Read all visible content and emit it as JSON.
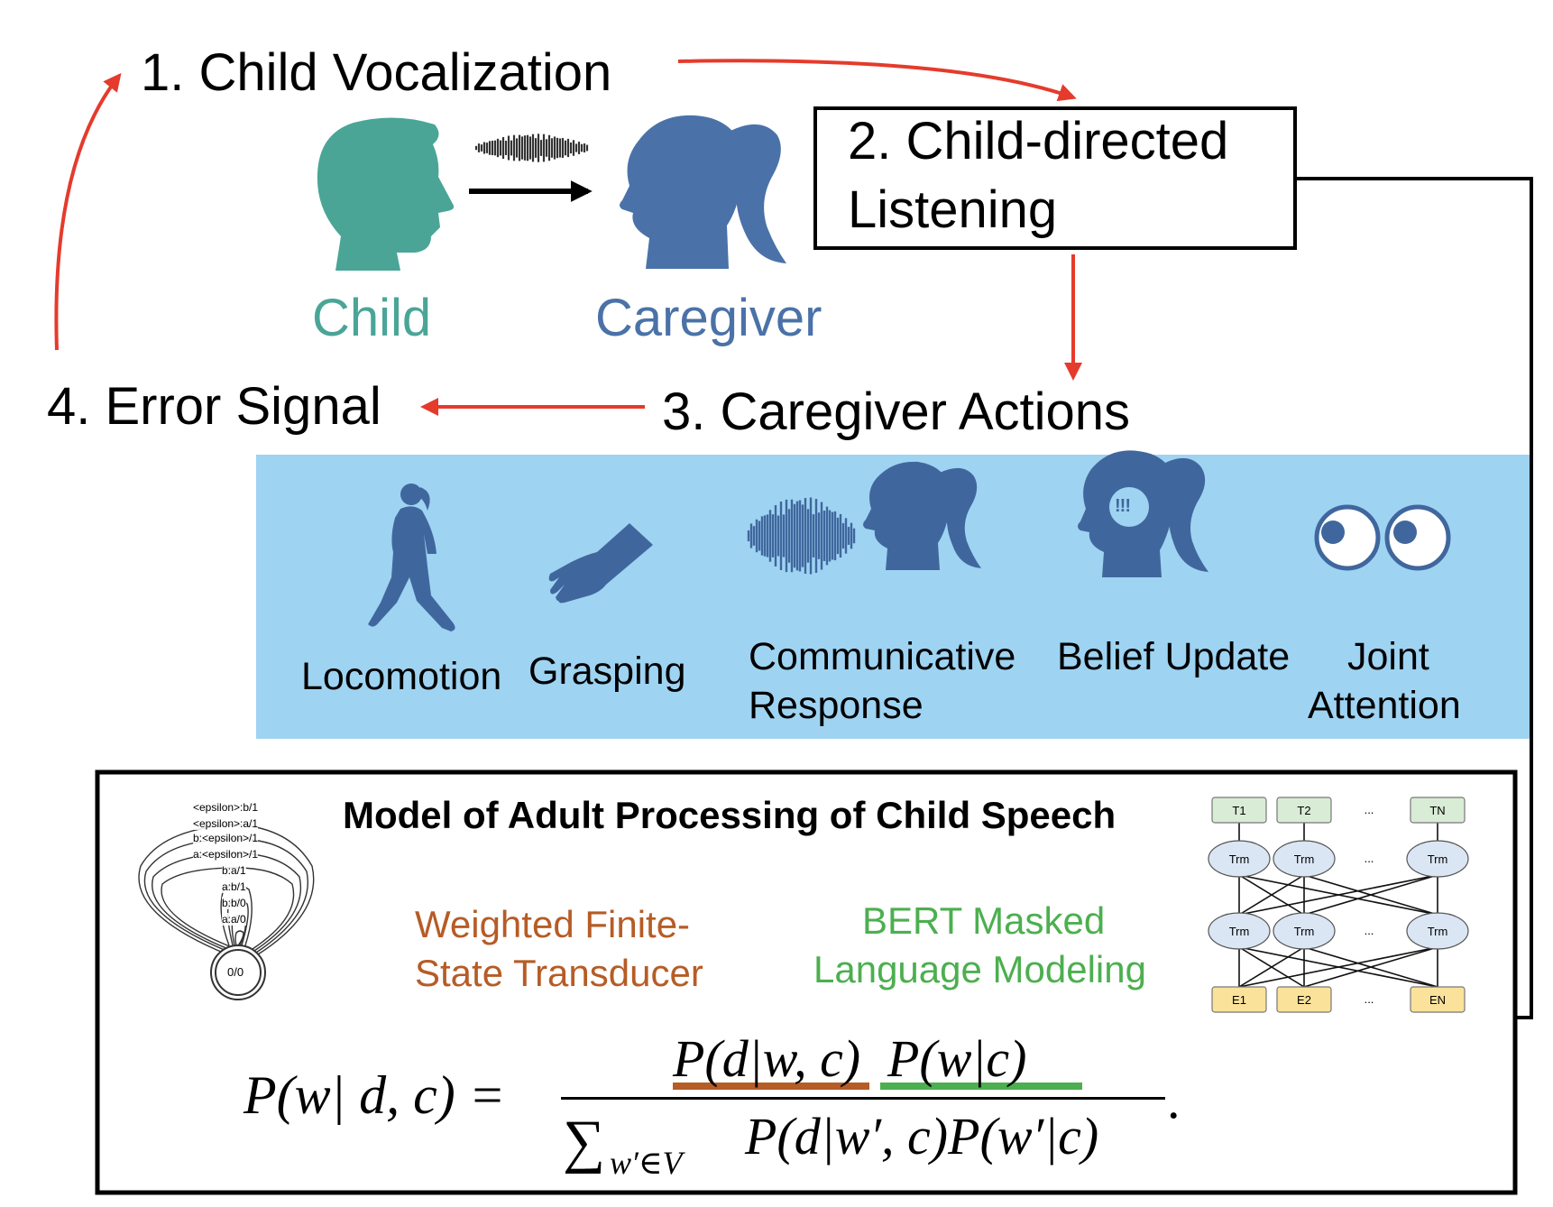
{
  "steps": {
    "vocalization": "1. Child Vocalization",
    "listening_line1": "2. Child-directed",
    "listening_line2": "Listening",
    "actions": "3. Caregiver Actions",
    "error": "4. Error Signal"
  },
  "agents": {
    "child": "Child",
    "caregiver": "Caregiver"
  },
  "actions": [
    {
      "label_line1": "Locomotion",
      "label_line2": "",
      "icon": "walking-woman-icon"
    },
    {
      "label_line1": "Grasping",
      "label_line2": "",
      "icon": "hand-icon"
    },
    {
      "label_line1": "Communicative",
      "label_line2": "Response",
      "icon": "speaking-head-icon"
    },
    {
      "label_line1": "Belief Update",
      "label_line2": "",
      "icon": "thinking-head-icon"
    },
    {
      "label_line1": "Joint",
      "label_line2": "Attention",
      "icon": "eyes-icon"
    }
  ],
  "model": {
    "title": "Model of Adult Processing of Child Speech",
    "wfst_line1": "Weighted Finite-",
    "wfst_line2": "State Transducer",
    "bert_line1": "BERT Masked",
    "bert_line2": "Language Modeling"
  },
  "equation": {
    "lhs": "P(w| d, c) =",
    "numerator_wfst": "P(d|w, c)",
    "numerator_bert": "P(w|c)",
    "denominator_sum": "∑",
    "denominator_sub": "w′∈V",
    "denominator_rest": "P(d|w′, c)P(w′|c)",
    "trailing": "."
  },
  "fst_diagram": {
    "arc_labels": [
      "<epsilon>:b/1",
      "<epsilon>:a/1",
      "b:<epsilon>/1",
      "a:<epsilon>/1",
      "b:a/1",
      "a:b/1",
      "b:b/0",
      "a:a/0"
    ],
    "state": "0/0"
  },
  "bert_diagram": {
    "outputs": [
      "T1",
      "T2",
      "...",
      "TN"
    ],
    "layer": "Trm",
    "ellipsis": "...",
    "inputs": [
      "E1",
      "E2",
      "...",
      "EN"
    ]
  },
  "colors": {
    "arrow_red": "#e53b2c",
    "child_teal": "#4aa597",
    "caregiver_blue": "#4a72a8",
    "panel_blue": "#9ed3f2",
    "wfst_orange": "#b65c26",
    "bert_green": "#4caf4f"
  }
}
